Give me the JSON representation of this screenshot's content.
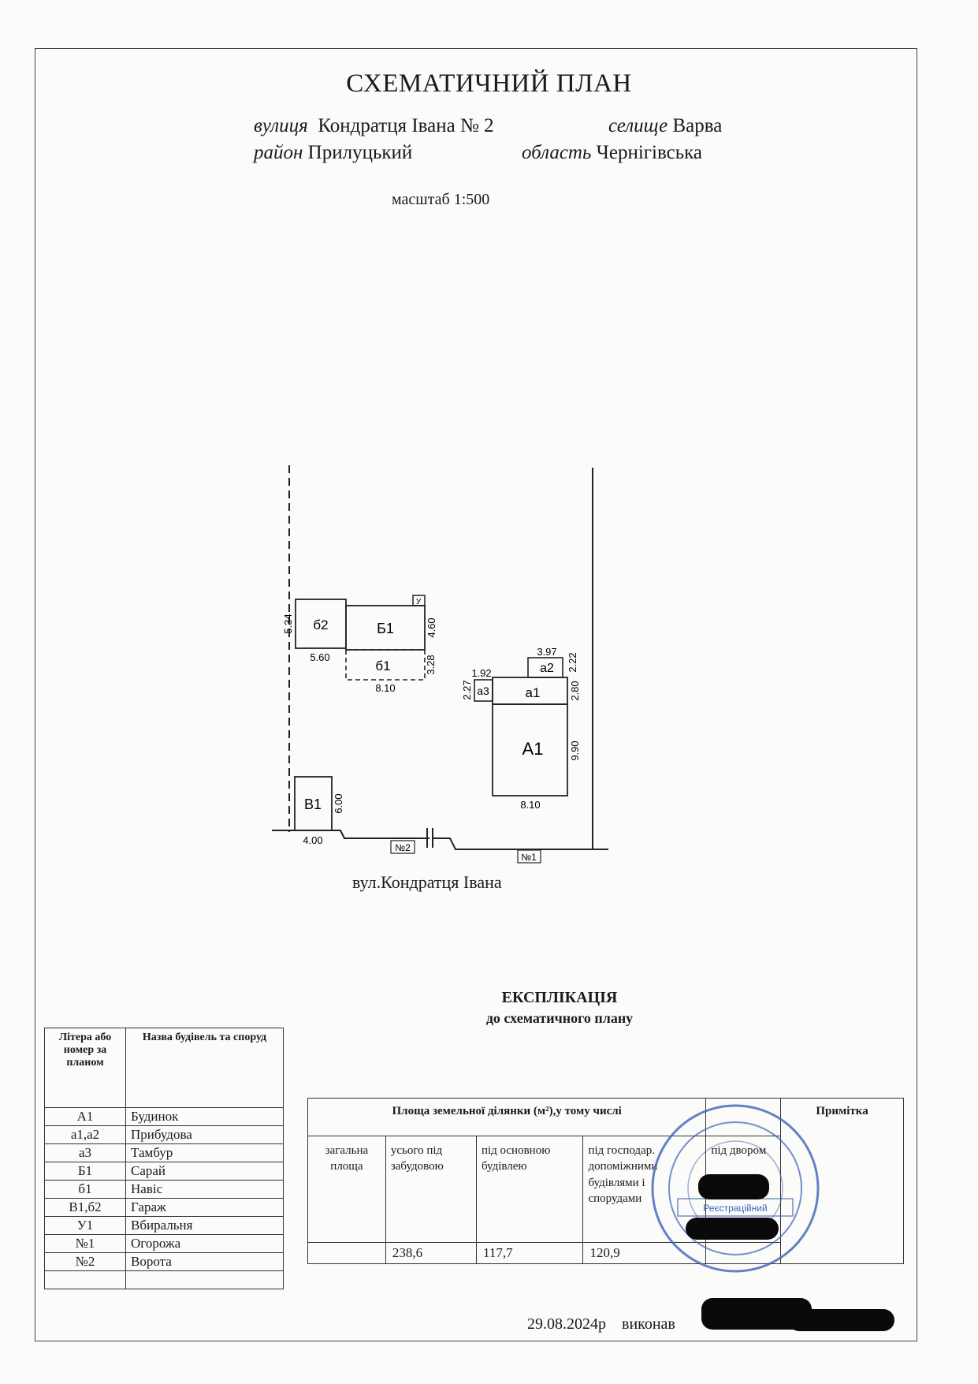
{
  "header": {
    "title": "СХЕМАТИЧНИЙ ПЛАН",
    "street_label": "вулиця",
    "street_value": "Кондратця Івана № 2",
    "settlement_label": "селище",
    "settlement_value": "Варва",
    "district_label": "район",
    "district_value": "Прилуцький",
    "region_label": "область",
    "region_value": "Чернігівська",
    "scale": "масштаб 1:500"
  },
  "plan": {
    "street_name": "вул.Кондратця Івана",
    "buildings": {
      "b2": "б2",
      "B1": "Б1",
      "b1": "б1",
      "a3": "а3",
      "a1": "а1",
      "a2": "а2",
      "A1": "А1",
      "V1": "В1",
      "U": "У"
    },
    "dimensions": {
      "d534": "5.34",
      "d560": "5.60",
      "d460": "4.60",
      "d328": "3.28",
      "d810a": "8.10",
      "d397": "3.97",
      "d192": "1.92",
      "d222": "2.22",
      "d227": "2.27",
      "d280": "2.80",
      "d990": "9.90",
      "d810b": "8.10",
      "d600": "6.00",
      "d400": "4.00"
    },
    "markers": {
      "n2": "№2",
      "n1": "№1"
    }
  },
  "explication": {
    "title": "ЕКСПЛІКАЦІЯ",
    "subtitle": "до схематичного плану"
  },
  "legend": {
    "col1_header": "Літера або номер за планом",
    "col2_header": "Назва будівель та споруд",
    "rows": [
      {
        "code": "А1",
        "name": "Будинок"
      },
      {
        "code": "а1,а2",
        "name": "Прибудова"
      },
      {
        "code": "а3",
        "name": "Тамбур"
      },
      {
        "code": "Б1",
        "name": "Сарай"
      },
      {
        "code": "б1",
        "name": "Навіс"
      },
      {
        "code": "В1,б2",
        "name": "Гараж"
      },
      {
        "code": "У1",
        "name": "Вбиральня"
      },
      {
        "code": "№1",
        "name": "Огорожа"
      },
      {
        "code": "№2",
        "name": "Ворота"
      },
      {
        "code": "",
        "name": ""
      }
    ]
  },
  "area_table": {
    "header": "Площа земельної ділянки (м²),у тому числі",
    "note_header": "Примітка",
    "cols": [
      "загальна площа",
      "усього під забудовою",
      "під основною будівлею",
      "під господар. допоміжними будівлями і спорудами",
      "під двором"
    ],
    "values": [
      "",
      "238,6",
      "117,7",
      "120,9",
      ""
    ]
  },
  "stamp": {
    "text": "Реєстраційний"
  },
  "footer": {
    "date": "29.08.2024р",
    "performed_by": "виконав"
  }
}
